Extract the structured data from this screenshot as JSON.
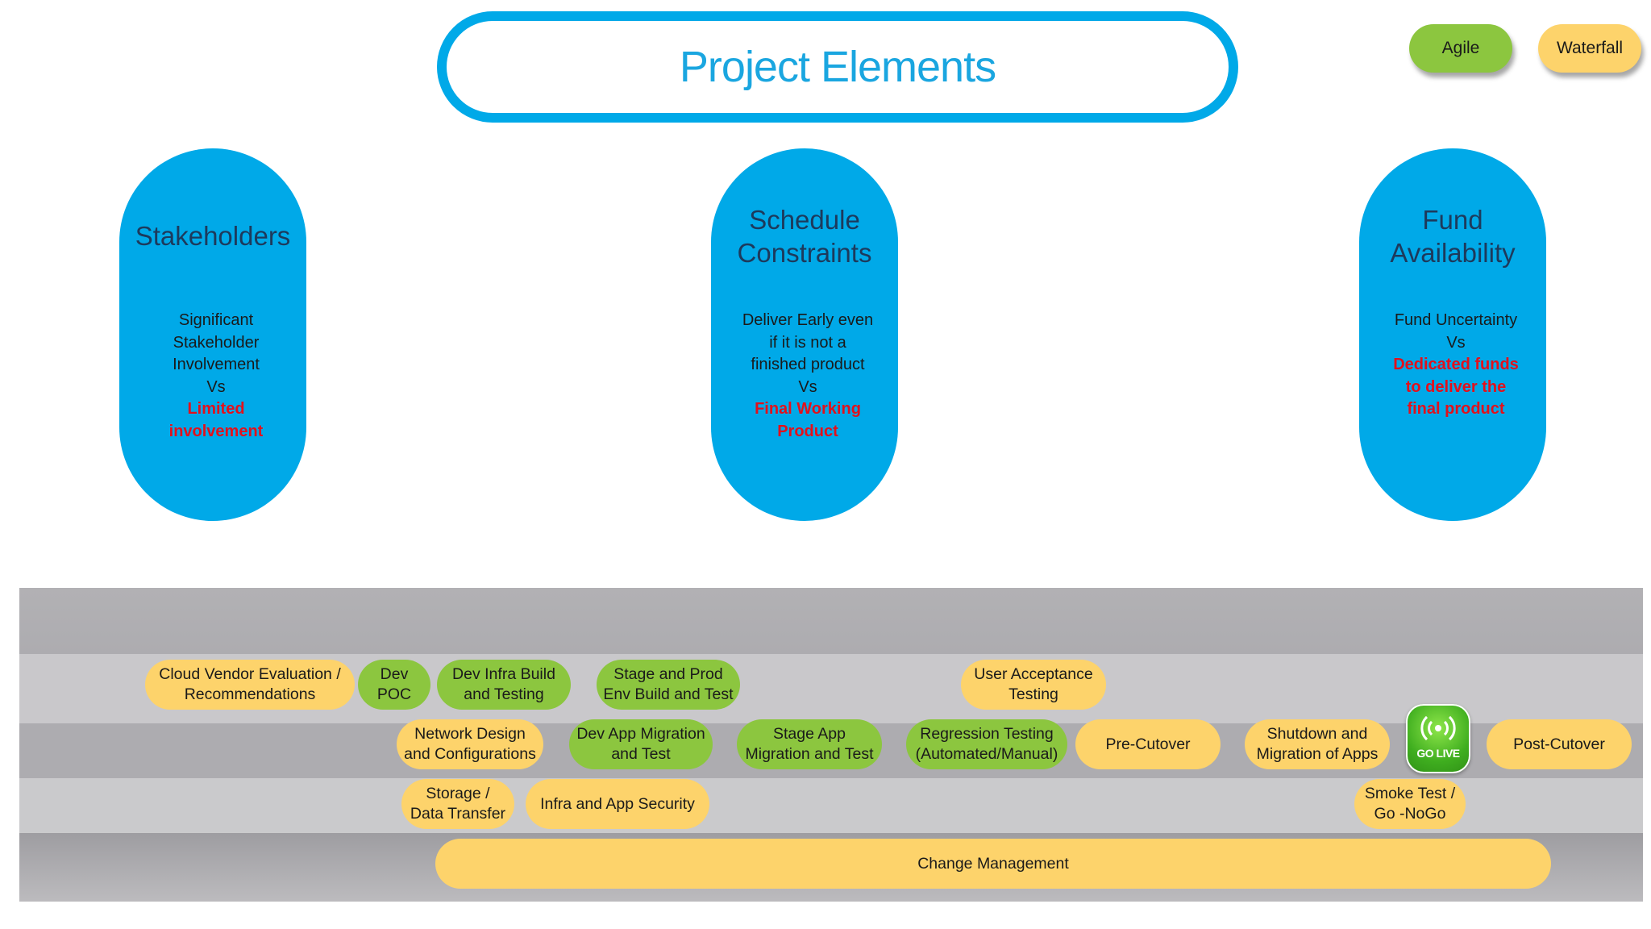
{
  "title": "Project Elements",
  "legend": {
    "agile": "Agile",
    "waterfall": "Waterfall"
  },
  "colors": {
    "accent_blue": "#00a9e8",
    "agile_green": "#8cc63f",
    "waterfall_yellow": "#fdd36b",
    "highlight_red": "#e3101b"
  },
  "cards": [
    {
      "title_lines": [
        "Stakeholders"
      ],
      "body_lines": [
        "Significant",
        "Stakeholder",
        "Involvement",
        "Vs"
      ],
      "highlight_lines": [
        "Limited",
        "involvement"
      ]
    },
    {
      "title_lines": [
        "Schedule",
        "Constraints"
      ],
      "body_lines": [
        "Deliver Early even",
        "if it is not a",
        "finished product",
        "Vs"
      ],
      "highlight_lines": [
        "Final Working",
        "Product"
      ]
    },
    {
      "title_lines": [
        "Fund",
        "Availability"
      ],
      "body_lines": [
        "Fund Uncertainty",
        "Vs"
      ],
      "highlight_lines": [
        "Dedicated funds",
        "to deliver the",
        "final product"
      ]
    }
  ],
  "pills": {
    "cloud_vendor": [
      "Cloud Vendor Evaluation /",
      "Recommendations"
    ],
    "dev_poc": [
      "Dev POC"
    ],
    "dev_infra": [
      "Dev Infra  Build",
      "and Testing"
    ],
    "stage_prod": [
      "Stage and Prod",
      "Env Build and Test"
    ],
    "uat": [
      "User Acceptance",
      "Testing"
    ],
    "network": [
      "Network  Design",
      "and Configurations"
    ],
    "dev_app_migration": [
      "Dev App Migration",
      "and Test"
    ],
    "stage_app": [
      "Stage App",
      "Migration and Test"
    ],
    "regression": [
      "Regression Testing",
      "(Automated/Manual)"
    ],
    "pre_cutover": [
      "Pre-Cutover"
    ],
    "shutdown": [
      "Shutdown and",
      "Migration of Apps"
    ],
    "post_cutover": [
      "Post-Cutover"
    ],
    "storage": [
      "Storage /",
      "Data Transfer"
    ],
    "security": [
      "Infra and App  Security"
    ],
    "smoke_test": [
      "Smoke Test /",
      "Go -NoGo"
    ],
    "change_mgmt": [
      "Change Management"
    ]
  },
  "golive": {
    "label": "GO LIVE",
    "icon": "broadcast-icon"
  }
}
